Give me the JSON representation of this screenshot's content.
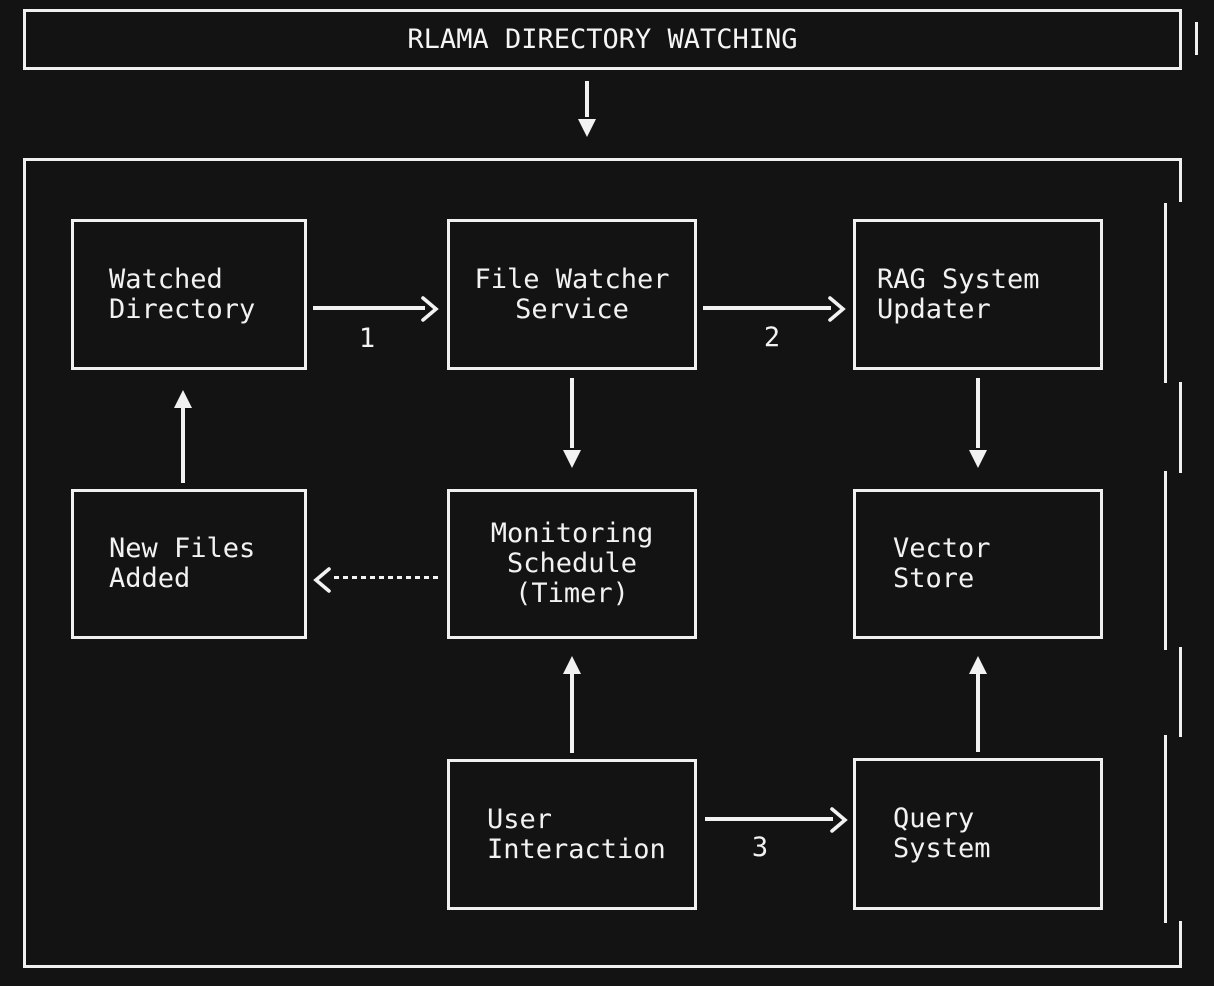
{
  "header": {
    "title": "RLAMA DIRECTORY WATCHING"
  },
  "colors": {
    "background": "#131313",
    "foreground": "#f2f2f2"
  },
  "nodes": {
    "watched_directory": {
      "label": "Watched\nDirectory"
    },
    "file_watcher_service": {
      "label": "File Watcher\nService"
    },
    "rag_system_updater": {
      "label": "RAG System\nUpdater"
    },
    "new_files_added": {
      "label": "New Files\nAdded"
    },
    "monitoring_schedule": {
      "label": "Monitoring\nSchedule\n(Timer)"
    },
    "vector_store": {
      "label": "Vector\nStore"
    },
    "user_interaction": {
      "label": "User\nInteraction"
    },
    "query_system": {
      "label": "Query\nSystem"
    }
  },
  "edges": {
    "watched_to_watcher": {
      "label": "1"
    },
    "watcher_to_rag": {
      "label": "2"
    },
    "user_to_query": {
      "label": "3"
    }
  }
}
